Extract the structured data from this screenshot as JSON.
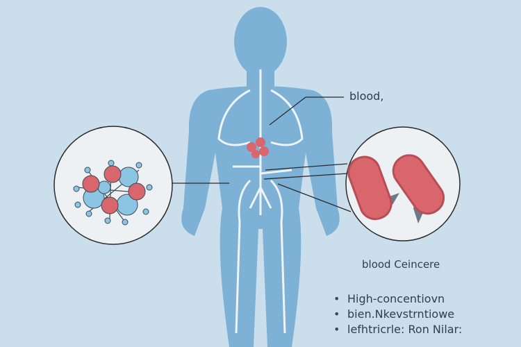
{
  "labels": {
    "top": "blood,",
    "middle": "blood Ceincere"
  },
  "bullets": [
    "High-concentiovn",
    "bien.Nkevstrntiowe",
    "lefhtricrle: Ron Nilar:"
  ],
  "colors": {
    "background": "#cadfeb",
    "body": "#7eb1d6",
    "vessel": "#eef5fa",
    "cell_red": "#d9666c",
    "cell_blue": "#8cc4e3"
  }
}
